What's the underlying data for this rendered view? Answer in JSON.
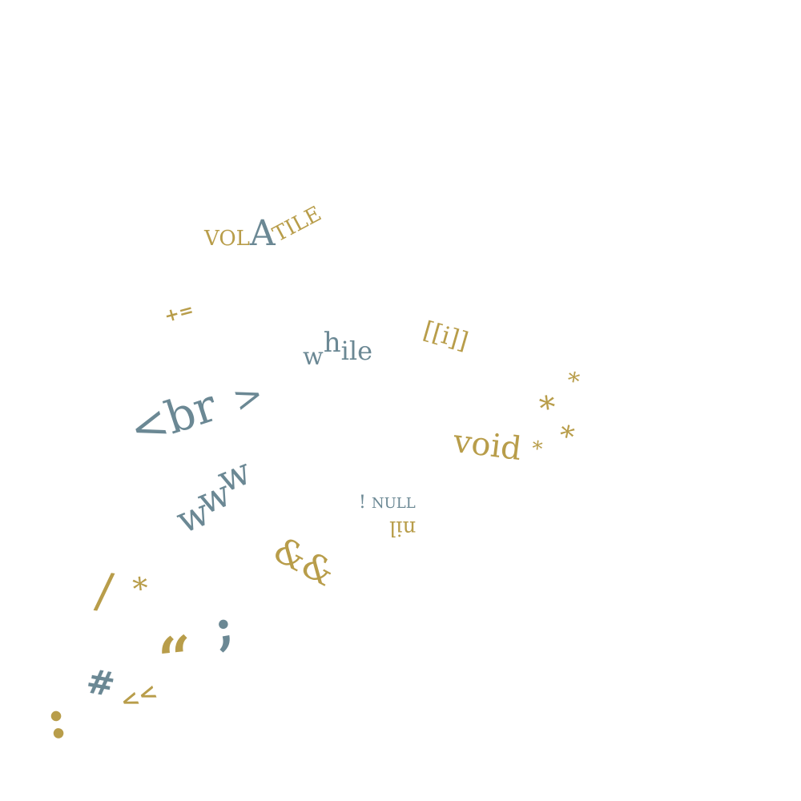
{
  "colors": {
    "gold": "#b89d4a",
    "slate": "#6b8894",
    "background": "#ffffff"
  },
  "glyphs": {
    "volatile": {
      "part1": "VOL",
      "part2": "A",
      "part3": "TILE"
    },
    "plus_equals": "+=",
    "while": {
      "w": "w",
      "h": "h",
      "ile": "ile"
    },
    "index": "[[i]]",
    "br_tag": {
      "open": "<br",
      "close": ">"
    },
    "void": "void",
    "asterisk": "*",
    "www": {
      "w1": "w",
      "w2": "w",
      "w3": "w"
    },
    "not_null": {
      "bang": "!",
      "word": "NULL"
    },
    "nil": "nil",
    "and": "&&",
    "slash": "/",
    "semicolon": ";",
    "open_quote": "“",
    "hash": "#",
    "shift_left": "<<",
    "colon": ":"
  }
}
